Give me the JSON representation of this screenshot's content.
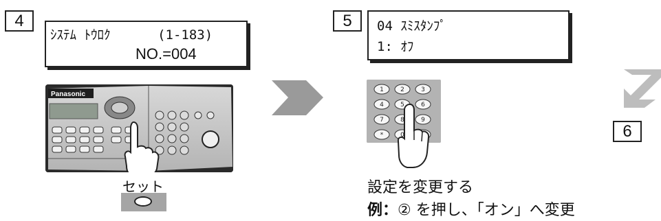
{
  "steps": {
    "step4": {
      "number": "4",
      "lcd_line1": "ｼｽﾃﾑ ﾄｳﾛｸ      (1-183)",
      "lcd_line2": "NO.=004"
    },
    "step5": {
      "number": "5",
      "lcd_line1": "04 ｽﾐｽﾀﾝﾌﾟ",
      "lcd_line2": "1: ｵﾌ"
    },
    "step6": {
      "number": "6"
    }
  },
  "panel": {
    "brand": "Panasonic",
    "keypad_digits": [
      "1",
      "2",
      "3",
      "4",
      "5",
      "6",
      "7",
      "8",
      "9",
      "*",
      "0",
      "#"
    ]
  },
  "set_button": {
    "label": "セット"
  },
  "instruction": {
    "line1": "設定を変更する",
    "example_label": "例：",
    "example_text": "② を押し、「オン」へ変更"
  },
  "colors": {
    "arrow": "#9a9a9a",
    "arrow_light": "#b9b9b9",
    "panel_dark": "#2a2a2a",
    "button_gray": "#a5a5a5"
  }
}
